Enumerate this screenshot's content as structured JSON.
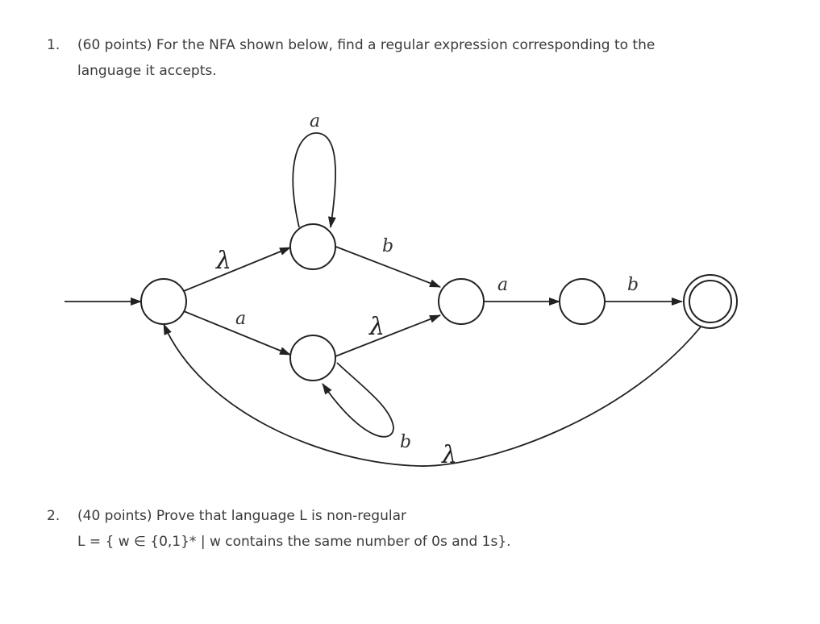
{
  "question1": {
    "number": "1.",
    "text_line1": "(60 points) For the NFA shown below, find a regular expression corresponding to the",
    "text_line2": "language it accepts."
  },
  "nfa": {
    "labels": {
      "loop_top": "a",
      "start_to_top": "λ",
      "start_to_bottom": "a",
      "top_to_middle": "b",
      "bottom_to_middle": "λ",
      "loop_bottom": "b",
      "middle_to_next": "a",
      "next_to_final": "b",
      "final_to_start": "λ"
    }
  },
  "question2": {
    "number": "2.",
    "text_line1": "(40 points) Prove that language L is non-regular",
    "text_line2": "L = { w ∈ {0,1}* | w contains the same number of 0s and 1s}."
  }
}
